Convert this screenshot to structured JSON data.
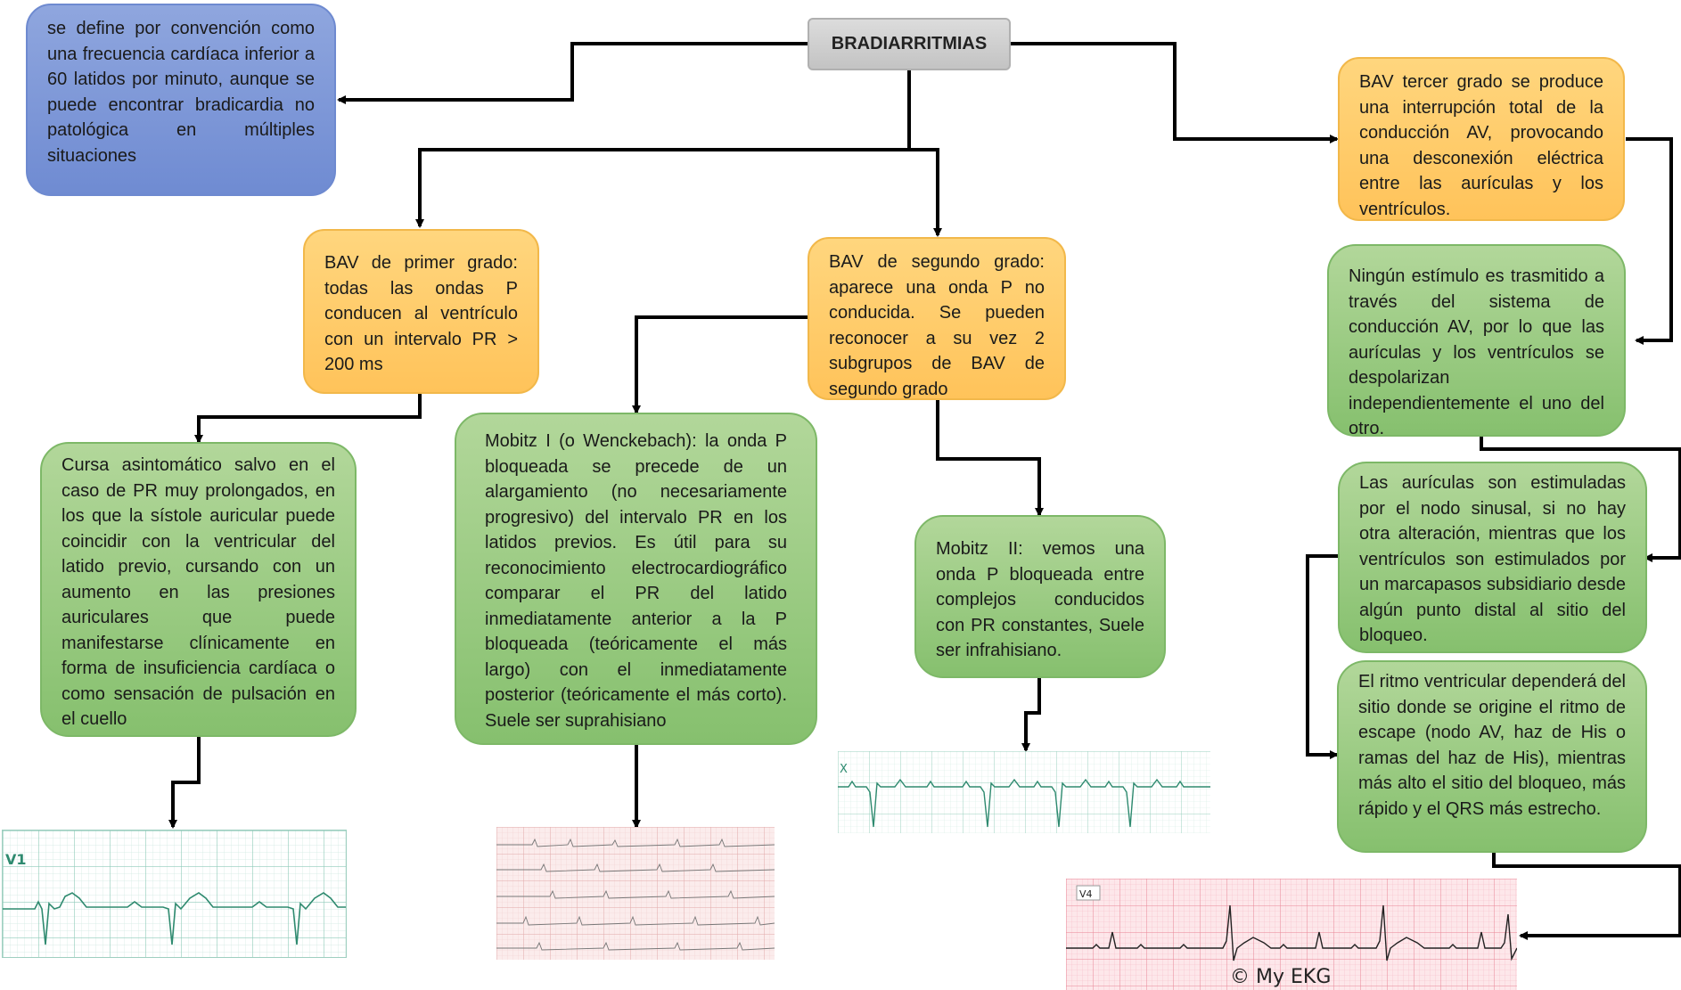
{
  "title": "BRADIARRITMIAS",
  "definition": "se define por convención como una frecuencia cardíaca inferior a 60 latidos por minuto, aunque se puede encontrar bradicardia no patológica en múltiples situaciones",
  "first_degree": "BAV de primer grado: todas las ondas P conducen al ventrículo con un intervalo PR > 200 ms",
  "first_degree_detail": "Cursa asintomático salvo en el caso de PR muy prolongados, en los que la sístole auricular puede coincidir con la ventricular del latido previo, cursando con un aumento en las presiones auriculares que puede manifestarse clínicamente en forma de insuficiencia cardíaca o como sensación de pulsación en el cuello",
  "second_degree": "BAV de segundo grado: aparece una onda P no conducida. Se pueden reconocer a su vez 2 subgrupos de BAV de segundo grado",
  "mobitz1": "Mobitz I (o Wenckebach): la onda P bloqueada se precede de un alargamiento (no necesariamente progresivo) del intervalo PR en los latidos previos. Es útil para su reconocimiento electrocardiográfico comparar el PR del latido inmediatamente anterior a la P bloqueada (teóricamente el más largo) con el inmediatamente posterior (teóricamente el más corto). Suele ser suprahisiano",
  "mobitz2": "Mobitz II: vemos una onda P bloqueada entre complejos conducidos con PR constantes, Suele ser infrahisiano.",
  "third_degree": "BAV tercer grado se produce una interrupción total de la conducción AV, provocando una desconexión eléctrica entre las aurículas y los ventrículos.",
  "third_a": "Ningún estímulo es trasmitido a través del sistema de conducción AV, por lo que las aurículas y los ventrículos se despolarizan independientemente el uno del otro.",
  "third_b": "Las aurículas son estimuladas por el nodo sinusal, si no hay otra alteración, mientras que los ventrículos son estimulados por un marcapasos subsidiario desde algún punto distal al sitio del bloqueo.",
  "third_c": "El ritmo ventricular dependerá del sitio donde se origine el ritmo de escape (nodo AV, haz de His o ramas del haz de His), mientras más alto el sitio del bloqueo, más rápido y el QRS más estrecho.",
  "ecg_labels": {
    "v1": "V1",
    "v4": "V4",
    "copyright": "© My EKG",
    "x": "X"
  },
  "colors": {
    "blue": "#7b95d6",
    "orange": "#ffc866",
    "green": "#93c97a",
    "gray": "#cfcfcf",
    "line": "#000000"
  }
}
